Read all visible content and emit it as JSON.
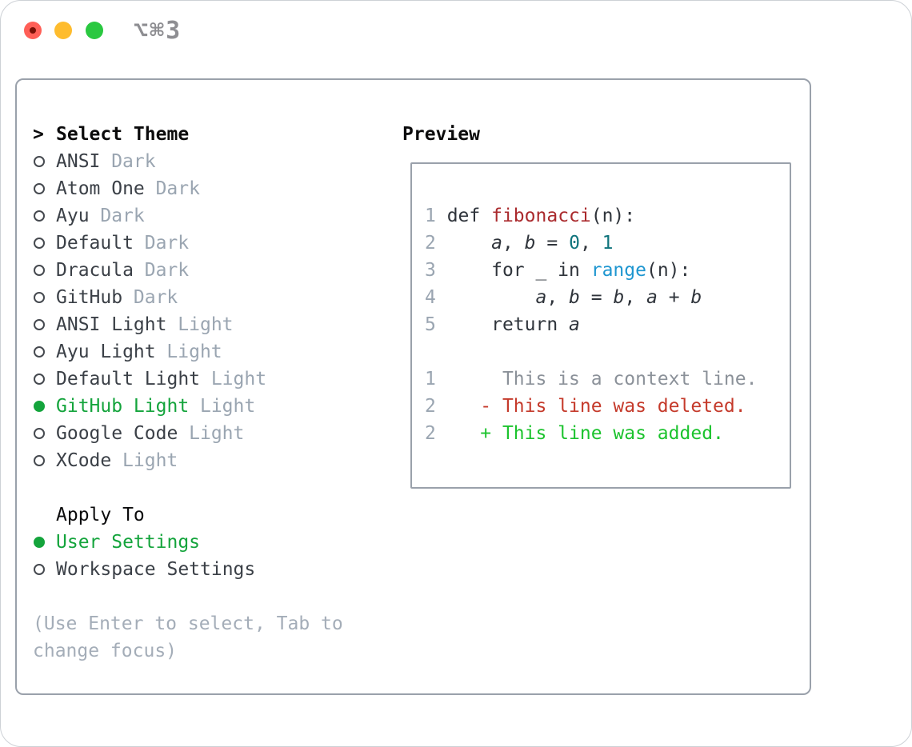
{
  "window": {
    "shortcut": "⌥⌘3",
    "traffic_lights": [
      "close",
      "minimize",
      "zoom"
    ]
  },
  "theme_panel": {
    "prompt_char": ">",
    "heading": "Select Theme",
    "themes": [
      {
        "name": "ANSI",
        "tag": "Dark",
        "selected": false
      },
      {
        "name": "Atom One",
        "tag": "Dark",
        "selected": false
      },
      {
        "name": "Ayu",
        "tag": "Dark",
        "selected": false
      },
      {
        "name": "Default",
        "tag": "Dark",
        "selected": false
      },
      {
        "name": "Dracula",
        "tag": "Dark",
        "selected": false
      },
      {
        "name": "GitHub",
        "tag": "Dark",
        "selected": false
      },
      {
        "name": "ANSI Light",
        "tag": "Light",
        "selected": false
      },
      {
        "name": "Ayu Light",
        "tag": "Light",
        "selected": false
      },
      {
        "name": "Default Light",
        "tag": "Light",
        "selected": false
      },
      {
        "name": "GitHub Light",
        "tag": "Light",
        "selected": true
      },
      {
        "name": "Google Code",
        "tag": "Light",
        "selected": false
      },
      {
        "name": "XCode",
        "tag": "Light",
        "selected": false
      }
    ],
    "apply_heading": "Apply To",
    "apply_options": [
      {
        "name": "User Settings",
        "selected": true
      },
      {
        "name": "Workspace Settings",
        "selected": false
      }
    ],
    "help_lines": [
      "(Use Enter to select, Tab to",
      "change focus)"
    ]
  },
  "preview": {
    "heading": "Preview",
    "code_lines": [
      {
        "num": "1",
        "segs": [
          {
            "t": " def ",
            "c": "default"
          },
          {
            "t": "fibonacci",
            "c": "function"
          },
          {
            "t": "(n):",
            "c": "default"
          }
        ]
      },
      {
        "num": "2",
        "segs": [
          {
            "t": "     ",
            "c": "default"
          },
          {
            "t": "a",
            "c": "var"
          },
          {
            "t": ", ",
            "c": "default"
          },
          {
            "t": "b",
            "c": "var"
          },
          {
            "t": " = ",
            "c": "default"
          },
          {
            "t": "0",
            "c": "number"
          },
          {
            "t": ", ",
            "c": "default"
          },
          {
            "t": "1",
            "c": "number"
          }
        ]
      },
      {
        "num": "3",
        "segs": [
          {
            "t": "     for _ in ",
            "c": "default"
          },
          {
            "t": "range",
            "c": "builtin"
          },
          {
            "t": "(n):",
            "c": "default"
          }
        ]
      },
      {
        "num": "4",
        "segs": [
          {
            "t": "         ",
            "c": "default"
          },
          {
            "t": "a",
            "c": "var"
          },
          {
            "t": ", ",
            "c": "default"
          },
          {
            "t": "b",
            "c": "var"
          },
          {
            "t": " = ",
            "c": "default"
          },
          {
            "t": "b",
            "c": "var"
          },
          {
            "t": ", ",
            "c": "default"
          },
          {
            "t": "a",
            "c": "var"
          },
          {
            "t": " + ",
            "c": "default"
          },
          {
            "t": "b",
            "c": "var"
          }
        ]
      },
      {
        "num": "5",
        "segs": [
          {
            "t": "     return ",
            "c": "default"
          },
          {
            "t": "a",
            "c": "var"
          }
        ]
      },
      {
        "num": "",
        "segs": []
      },
      {
        "num": "1",
        "segs": [
          {
            "t": "      This is a context line.",
            "c": "context"
          }
        ]
      },
      {
        "num": "2",
        "segs": [
          {
            "t": "    - This line was deleted.",
            "c": "deleted"
          }
        ]
      },
      {
        "num": "2",
        "segs": [
          {
            "t": "    + This line was added.",
            "c": "added"
          }
        ]
      }
    ]
  },
  "colors": {
    "green-selected": "#14a43c",
    "diff-added": "#1cc32e",
    "diff-deleted": "#c53a2b",
    "diff-context": "#8b9199",
    "code-default": "#2f343b",
    "code-function": "#aa2a2d",
    "code-number": "#0f747c",
    "code-builtin": "#1e96d0",
    "line-number": "#9aa5b1",
    "tag-gray": "#9aa5b1",
    "name-gray": "#3b4047",
    "bullet-gray": "#45494f",
    "help-gray": "#a4adb8",
    "border-gray": "#9aa1ab",
    "title-gray": "#8e8e92",
    "traffic-red": "#ff5f57",
    "traffic-red-dot": "#7a1006",
    "traffic-yellow": "#febc2e",
    "traffic-green": "#2ac840"
  }
}
